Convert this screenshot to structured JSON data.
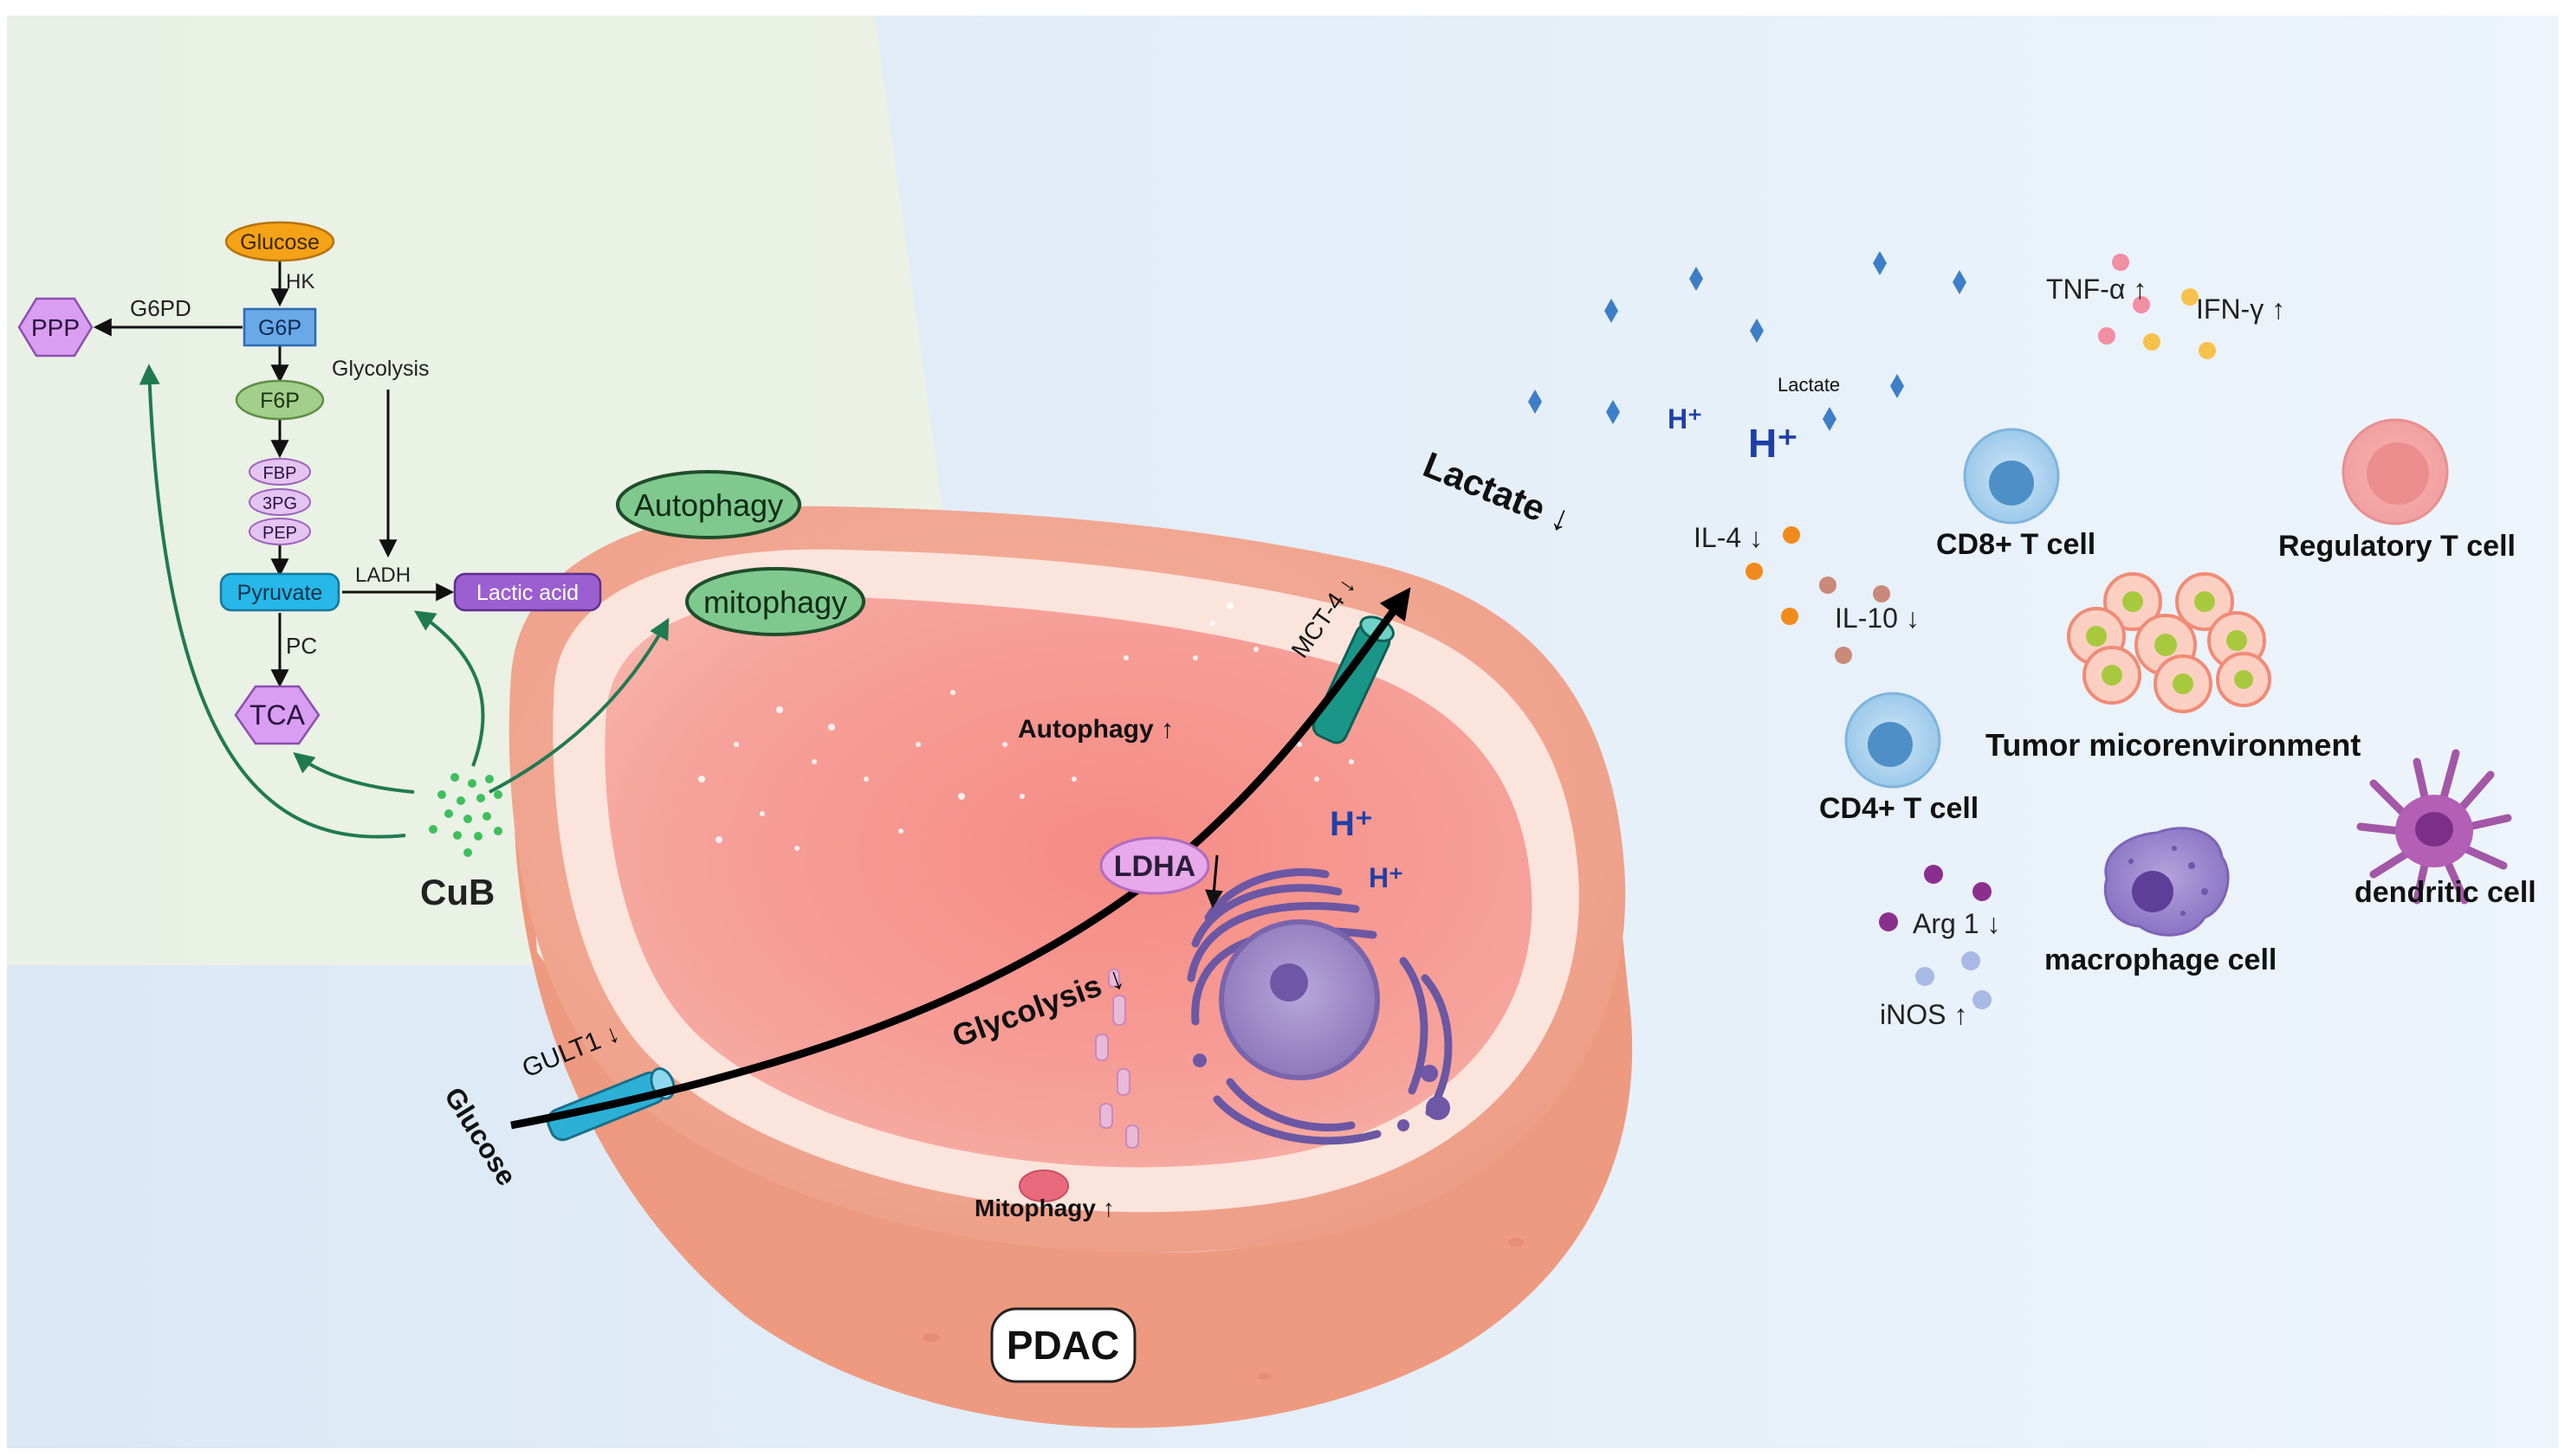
{
  "pathway": {
    "glucose": "Glucose",
    "hk": "HK",
    "ppp": "PPP",
    "g6pd": "G6PD",
    "g6p": "G6P",
    "glycolysis": "Glycolysis",
    "f6p": "F6P",
    "fbp": "FBP",
    "pg3": "3PG",
    "pep": "PEP",
    "pyruvate": "Pyruvate",
    "ladh": "LADH",
    "lactic_acid": "Lactic acid",
    "pc": "PC",
    "tca": "TCA",
    "cub": "CuB"
  },
  "effects": {
    "autophagy": "Autophagy",
    "mitophagy": "mitophagy"
  },
  "cell": {
    "pdac": "PDAC",
    "autophagy_up": "Autophagy ↑",
    "ldha": "LDHA",
    "ldha_arrow": "↓",
    "glycolysis_down": "Glycolysis ↓",
    "mitophagy_up": "Mitophagy ↑",
    "mct4": "MCT-4 ↓",
    "gult1": "GULT1 ↓",
    "glucose_in": "Glucose",
    "h1": "H⁺",
    "h2": "H⁺"
  },
  "tme": {
    "lactate_down": "Lactate ↓",
    "lactate_small": "Lactate",
    "h_small": "H⁺",
    "h_big": "H⁺",
    "tnf": "TNF-α ↑",
    "ifn": "IFN-γ ↑",
    "il4": "IL-4 ↓",
    "il10": "IL-10 ↓",
    "cd8": "CD8+ T cell",
    "treg": "Regulatory T cell",
    "tumor_env": "Tumor micorenvironment",
    "cd4": "CD4+ T cell",
    "arg1": "Arg 1 ↓",
    "inos": "iNOS ↑",
    "macrophage": "macrophage cell",
    "dendritic": "dendritic cell"
  },
  "colors": {
    "background_left": "#dde9f6",
    "background_right": "#eaf2fb",
    "pathway_panel": "#eef3dc",
    "cell_outer": "#f2a790",
    "cell_inner": "#f5b3a7",
    "cytoplasm": "#f7a69e",
    "green_arrow": "#1f7a52",
    "nucleus": "#8b78b5",
    "glucose_node": "#f4a317",
    "g6p_node": "#6aa9e8",
    "f6p_node": "#a3cf8b",
    "pyruvate_node": "#27b7e8",
    "lactic_node": "#9b5fd0",
    "tca_node": "#d99ef2",
    "autophagy_node": "#7fc98e"
  }
}
